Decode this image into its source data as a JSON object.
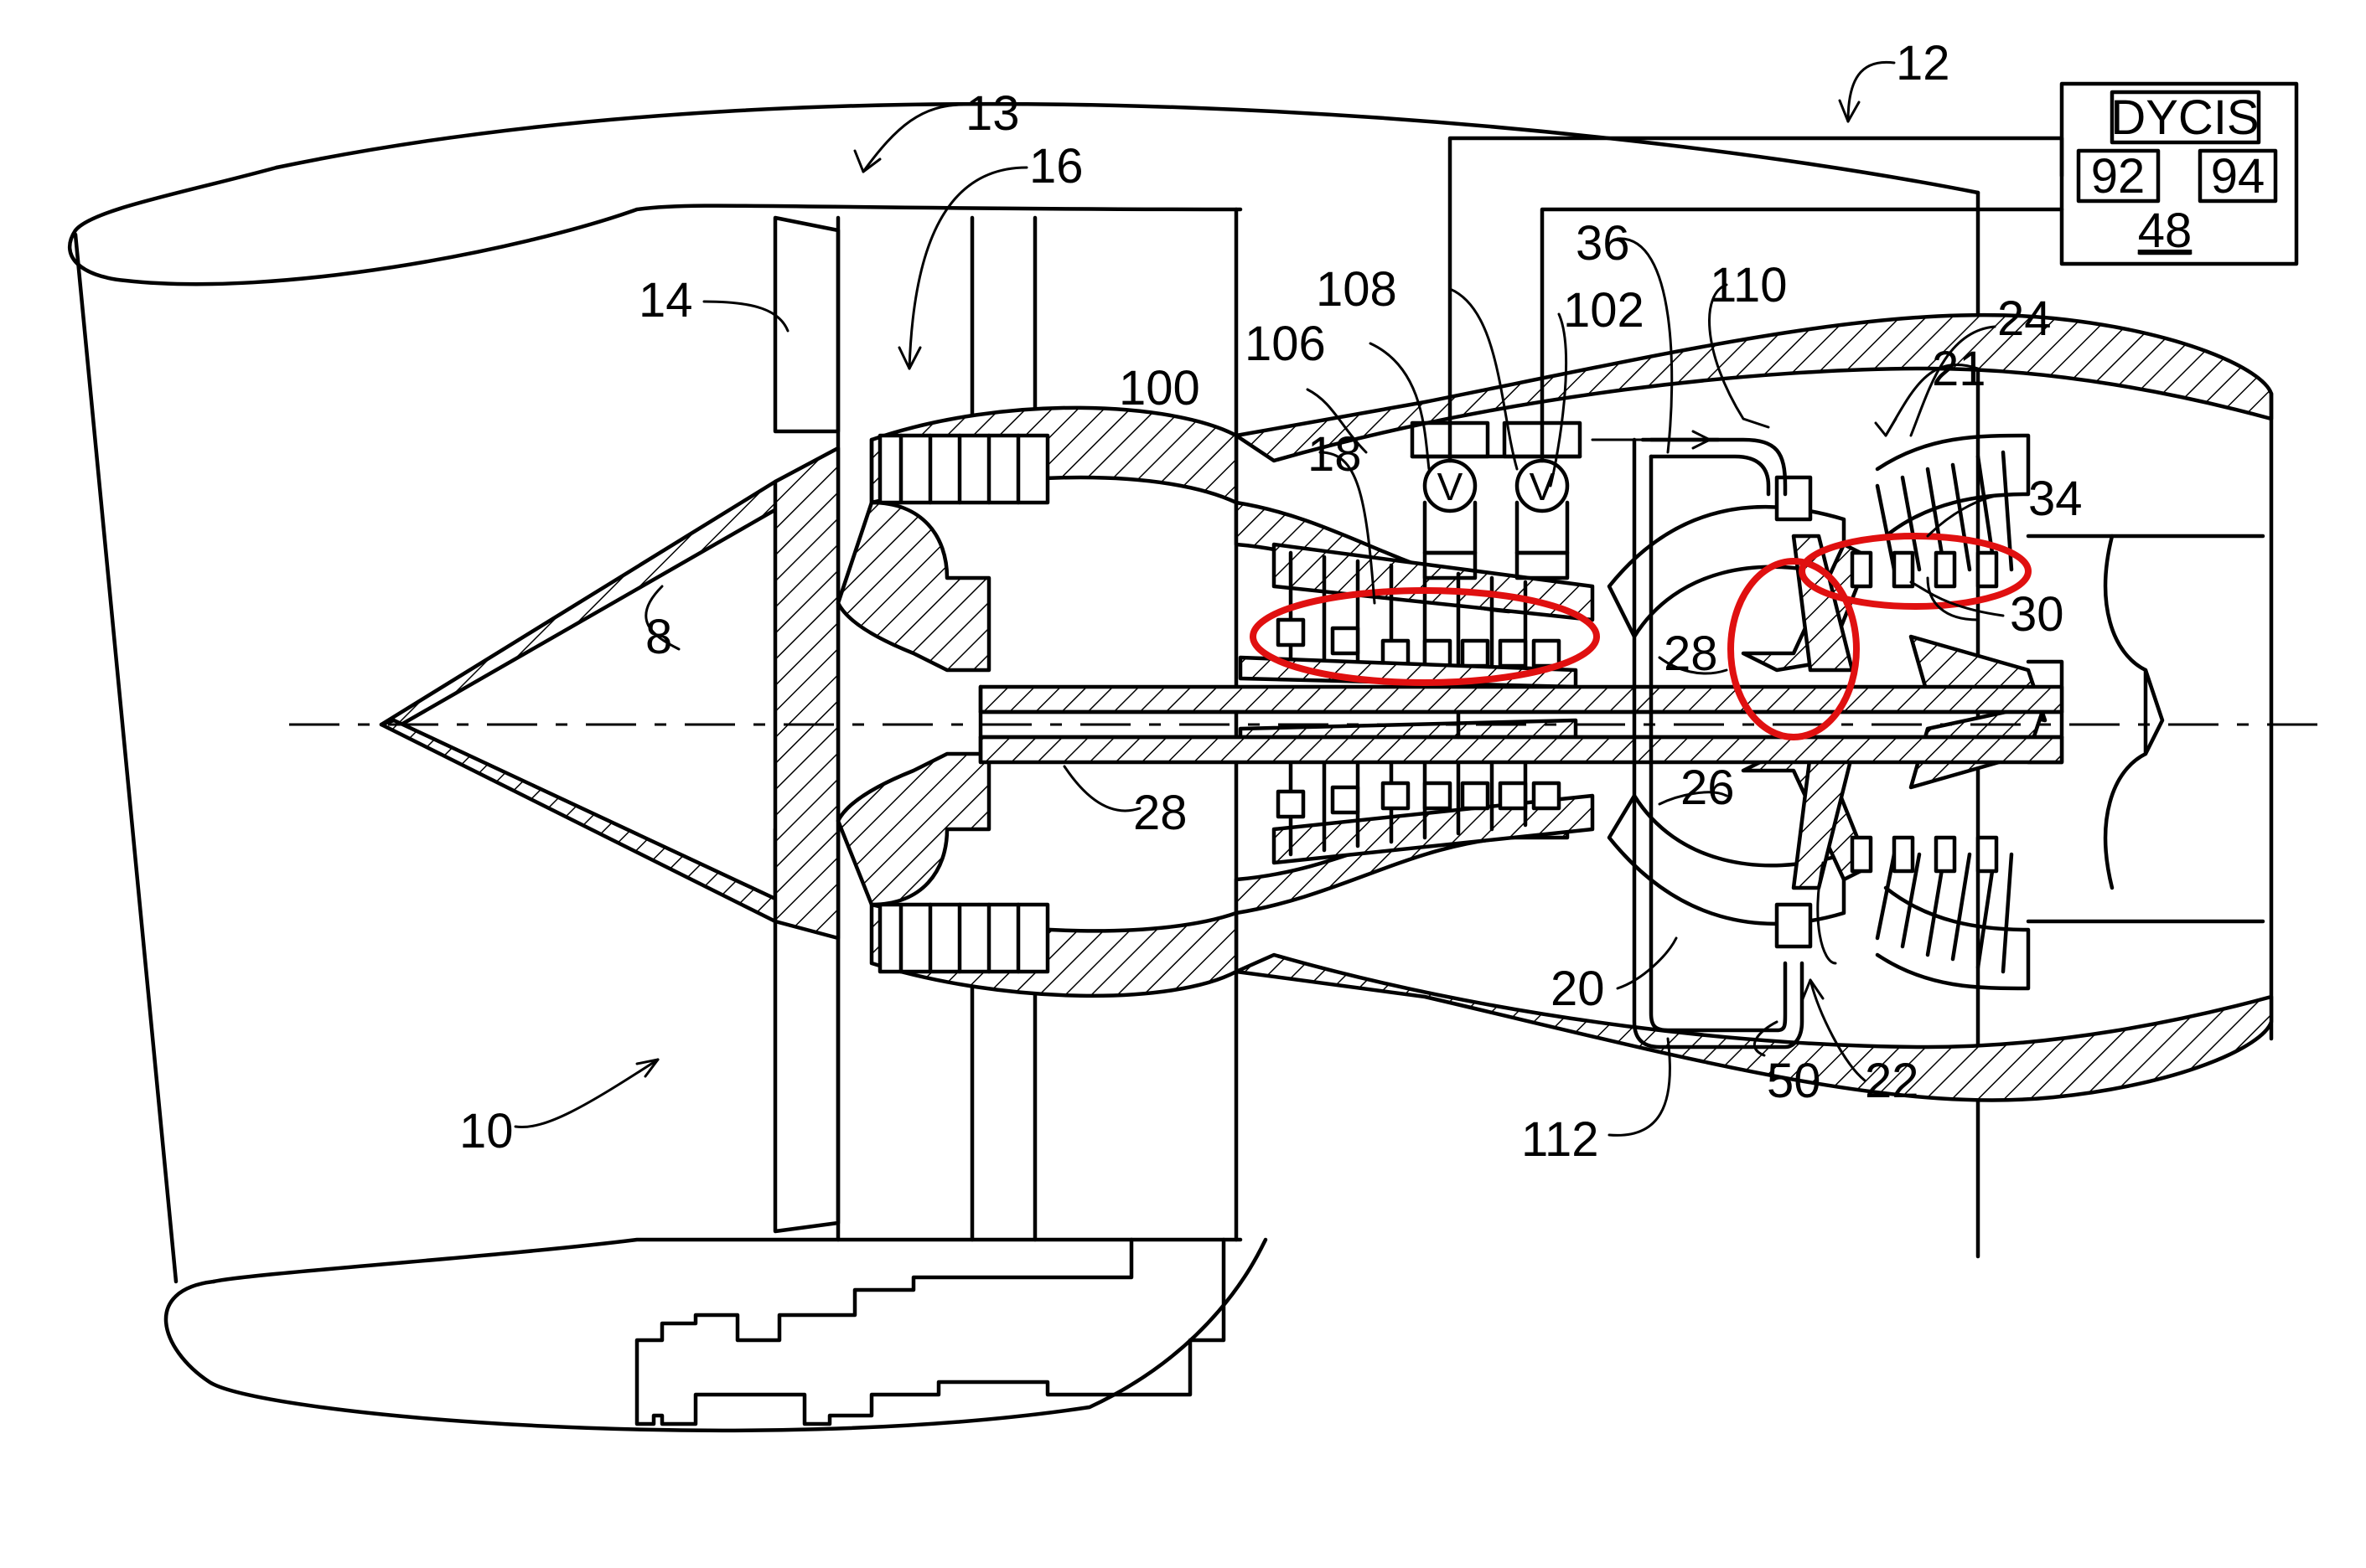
{
  "labels": {
    "l8": "8",
    "l10": "10",
    "l12": "12",
    "l13": "13",
    "l14": "14",
    "l16": "16",
    "l18": "18",
    "l20": "20",
    "l21": "21",
    "l22": "22",
    "l24": "24",
    "l26": "26",
    "l28a": "28",
    "l28b": "28",
    "l30": "30",
    "l34": "34",
    "l36": "36",
    "l50": "50",
    "l100": "100",
    "l102": "102",
    "l106": "106",
    "l108": "108",
    "l110": "110",
    "l112": "112"
  },
  "control_box": {
    "title": "DYCIS",
    "left": "92",
    "right": "94",
    "number": "48"
  },
  "valve_left": "V",
  "valve_right": "V",
  "colors": {
    "line": "#000000",
    "highlight": "#e01010",
    "background": "#ffffff"
  }
}
